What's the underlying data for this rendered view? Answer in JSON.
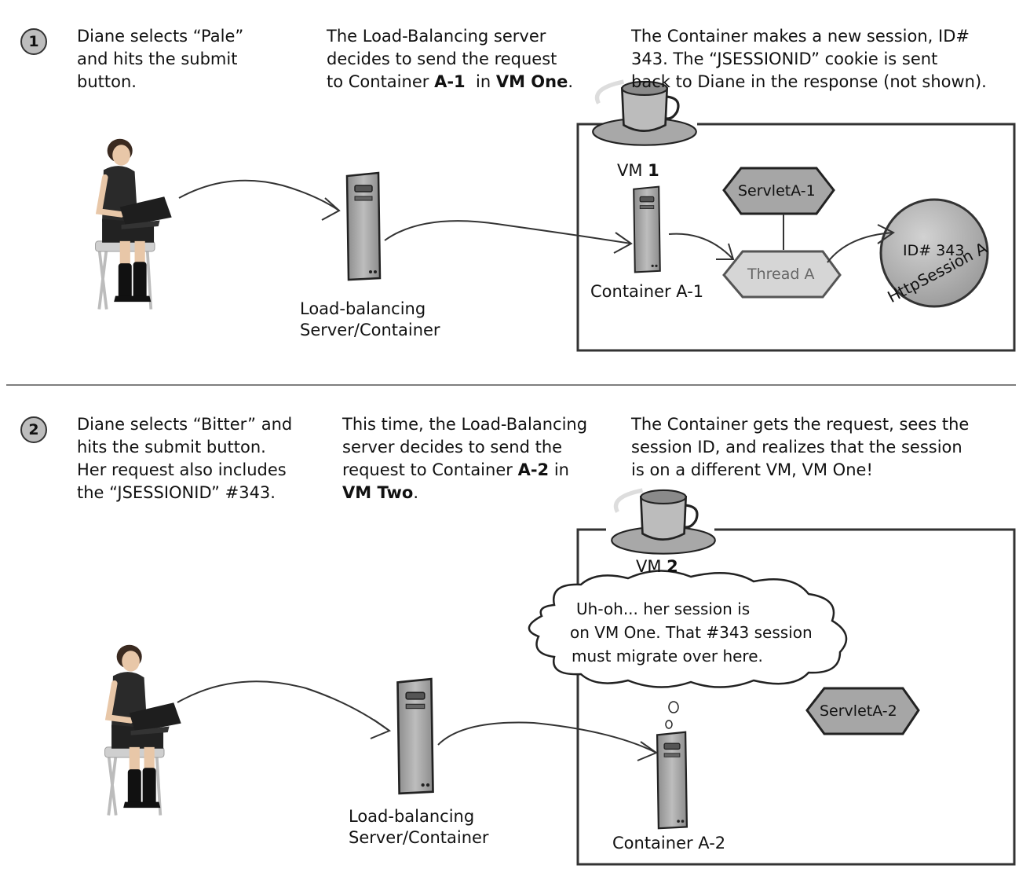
{
  "colors": {
    "shape_gray": "#a6a6a6",
    "session_gray": "#b8b8b8",
    "box_stroke": "#333333"
  },
  "icons": [
    "person-with-laptop-icon",
    "server-tower-icon",
    "coffee-cup-icon",
    "thought-cloud-icon"
  ],
  "panel1": {
    "step_number": "1",
    "col1": [
      "Diane selects “Pale”",
      "and hits the submit",
      "button."
    ],
    "col2": {
      "l1": "The Load-Balancing server",
      "l2": "decides to send the request",
      "l3_pre": "to Container ",
      "l3_b1": "A-1",
      "l3_mid": "  in ",
      "l3_b2": "VM One",
      "l3_post": "."
    },
    "col3": [
      "The Container makes a new session, ID#",
      "343. The “JSESSIONID” cookie is sent",
      "back to Diane in the response (not shown)."
    ],
    "vm_label": "VM ",
    "vm_number": "1",
    "lb_label_1": "Load-balancing",
    "lb_label_2": "Server/Container",
    "container_label": "Container A-1",
    "servlet_label": "ServletA-1",
    "thread_label": "Thread A",
    "session_id": "ID# 343",
    "session_name": "HttpSession A"
  },
  "panel2": {
    "step_number": "2",
    "col1": [
      "Diane selects “Bitter” and",
      "hits the submit button.",
      "Her request also includes",
      "the “JSESSIONID” #343."
    ],
    "col2": {
      "l1": "This time, the Load-Balancing",
      "l2": "server decides to send the",
      "l3_pre": "request to Container ",
      "l3_b": "A-2",
      "l3_post": " in",
      "l4_b": "VM Two",
      "l4_post": "."
    },
    "col3": [
      "The Container gets the request, sees the",
      "session ID, and realizes that the session",
      "is on a different VM, VM One!"
    ],
    "vm_label": "VM ",
    "vm_number": "2",
    "thought": [
      "Uh-oh... her session is",
      "on VM One. That #343 session",
      "must migrate over here."
    ],
    "lb_label_1": "Load-balancing",
    "lb_label_2": "Server/Container",
    "container_label": "Container A-2",
    "servlet_label": "ServletA-2"
  }
}
